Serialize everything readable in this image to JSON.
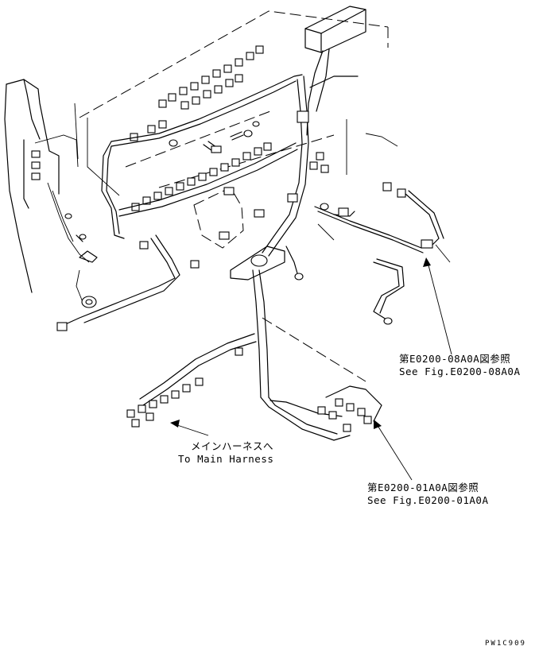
{
  "callouts": {
    "ref_08a0a_jp": "第E0200-08A0A図参照",
    "ref_08a0a_en": "See Fig.E0200-08A0A",
    "main_harness_jp": "メインハーネスへ",
    "main_harness_en": "To Main Harness",
    "ref_01a0a_jp": "第E0200-01A0A図参照",
    "ref_01a0a_en": "See Fig.E0200-01A0A"
  },
  "drawing_code": "PW1C909",
  "icons": {
    "harness": "wiring-harness-illustration",
    "arrow": "leader-arrow"
  }
}
